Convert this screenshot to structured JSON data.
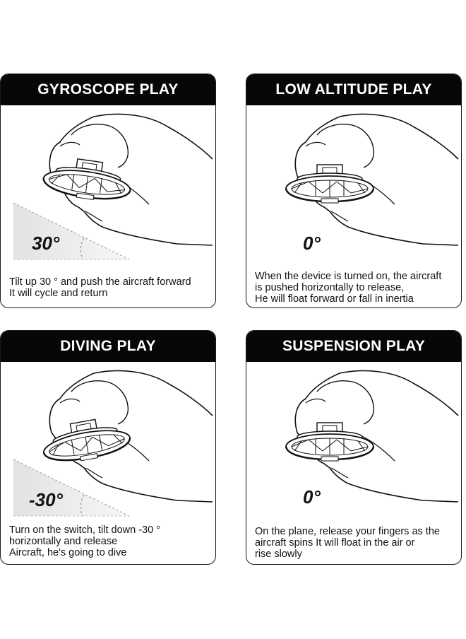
{
  "cards": [
    {
      "title": "GYROSCOPE PLAY",
      "angle": "30°",
      "lines": [
        "Tilt up 30 ° and push the aircraft forward",
        "It will cycle and return"
      ]
    },
    {
      "title": "LOW ALTITUDE PLAY",
      "angle": "0°",
      "lines": [
        "When the device is turned on, the aircraft",
        "is pushed horizontally to release,",
        "He will float forward or fall in inertia"
      ]
    },
    {
      "title": "DIVING PLAY",
      "angle": "-30°",
      "lines": [
        "Turn on the switch, tilt down -30 °",
        "horizontally and release",
        "Aircraft, he's going to dive"
      ]
    },
    {
      "title": "SUSPENSION PLAY",
      "angle": "0°",
      "lines": [
        "On the plane, release your fingers as the",
        "aircraft spins It will float in the air or",
        "rise slowly"
      ]
    }
  ],
  "icons": [
    "hand-holding-spinner-icon",
    "angle-wedge-icon"
  ]
}
